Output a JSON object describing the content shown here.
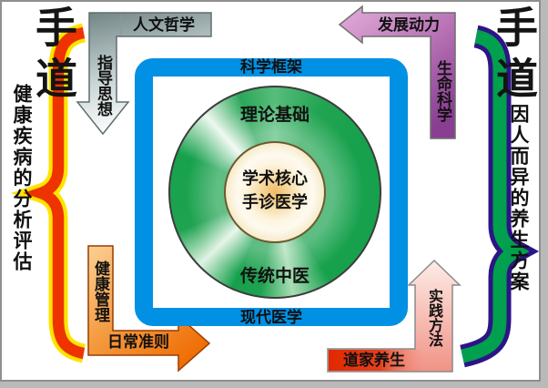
{
  "sides": {
    "left": {
      "title": "手道",
      "caption": "健康疾病的分析评估"
    },
    "right": {
      "title": "手道",
      "caption": "因人而异的养生方案"
    }
  },
  "arrows": {
    "top_left": {
      "bar_label": "人文哲学",
      "stem_label": "指导思想",
      "direction": "down"
    },
    "top_right": {
      "bar_label": "发展动力",
      "stem_label": "生命科学",
      "direction": "left"
    },
    "bottom_left": {
      "bar_label": "日常准则",
      "stem_label": "健康管理",
      "direction": "right"
    },
    "bottom_right": {
      "bar_label": "道家养生",
      "stem_label": "实践方法",
      "direction": "up"
    }
  },
  "frame": {
    "top_label": "科学框架",
    "bottom_label": "现代医学"
  },
  "rings": {
    "outer_top_label": "理论基础",
    "outer_bottom_label": "传统中医",
    "core_line1": "学术核心",
    "core_line2": "手诊医学"
  },
  "colors": {
    "frame_blue": "#0090e4",
    "ring_green": "#17a14d",
    "core_tan": "#f3e3b8",
    "left_brace": "#ee3300",
    "left_brace_outline": "#ffe400",
    "right_brace": "#00a04f",
    "right_brace_outline": "#2d1486",
    "arrow_metal_gray": "#aebebe",
    "arrow_purple": "#a85aa8",
    "arrow_orange": "#f58220",
    "arrow_pink": "#f4a096",
    "daojia_red": "#e02800"
  }
}
